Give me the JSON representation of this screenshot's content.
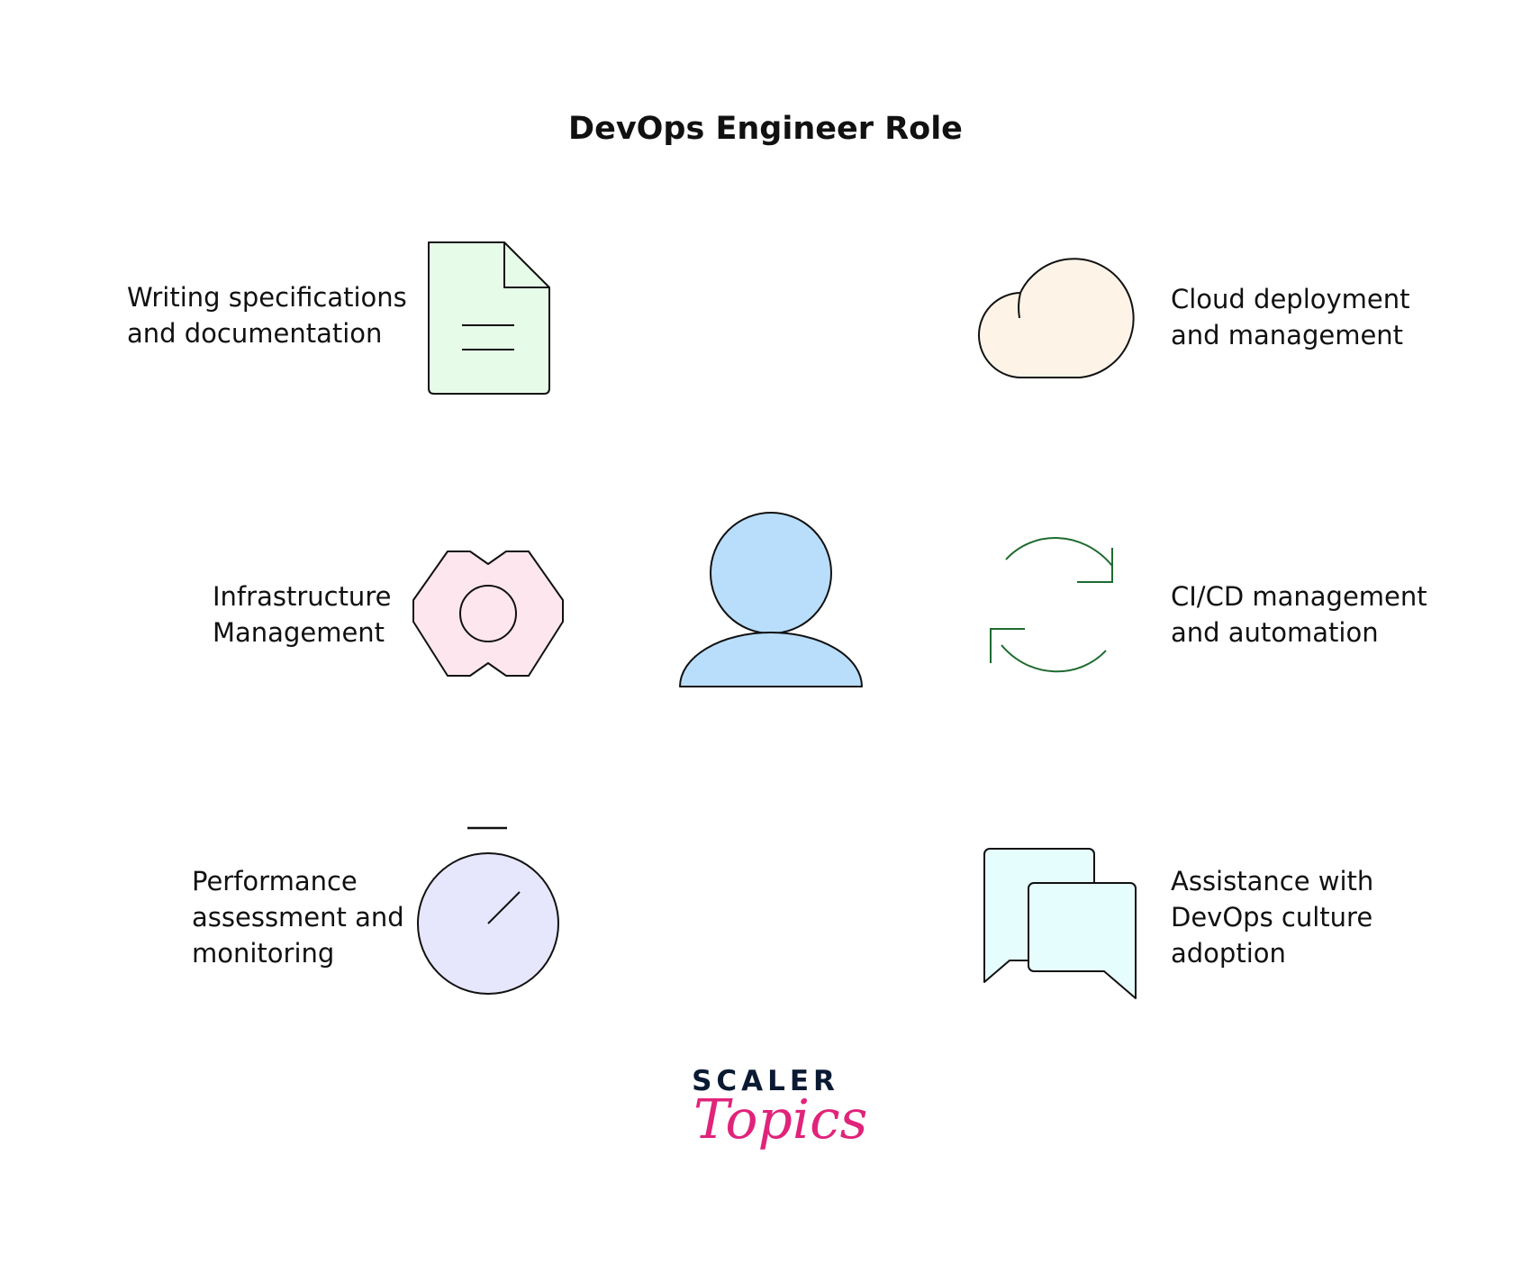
{
  "title": "DevOps Engineer Role",
  "center": {
    "icon": "person-icon",
    "color": "#b9defc"
  },
  "roles": [
    {
      "id": "documentation",
      "lines": [
        "Writing specifications",
        "and documentation"
      ],
      "icon": "document-icon",
      "color": "#e7fbe9"
    },
    {
      "id": "cloud",
      "lines": [
        "Cloud deployment",
        "and management"
      ],
      "icon": "cloud-icon",
      "color": "#fdf4e7"
    },
    {
      "id": "infrastructure",
      "lines": [
        "Infrastructure",
        "Management"
      ],
      "icon": "gear-icon",
      "color": "#fde6ee"
    },
    {
      "id": "cicd",
      "lines": [
        "CI/CD management",
        "and automation"
      ],
      "icon": "sync-arrows-icon",
      "color": "#1e6b2f"
    },
    {
      "id": "performance",
      "lines": [
        "Performance",
        "assessment and",
        "monitoring"
      ],
      "icon": "stopwatch-icon",
      "color": "#e6e6fd"
    },
    {
      "id": "culture",
      "lines": [
        "Assistance with",
        "DevOps culture",
        "adoption"
      ],
      "icon": "chat-bubbles-icon",
      "color": "#e6fdfd"
    }
  ],
  "logo": {
    "brand": "SCALER",
    "sub": "Topics",
    "brand_color": "#0b1a33",
    "sub_color": "#e0247a"
  }
}
